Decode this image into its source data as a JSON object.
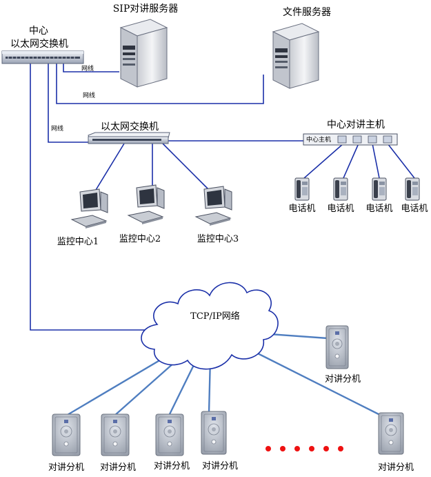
{
  "title": {
    "center_label": "中心",
    "center_switch_label": "以太网交换机"
  },
  "servers": {
    "sip": "SIP对讲服务器",
    "file": "文件服务器"
  },
  "cables": {
    "c1": "网线",
    "c2": "网线",
    "c3": "网线"
  },
  "switch2_label": "以太网交换机",
  "host": {
    "title": "中心对讲主机",
    "panel_label": "中心主机"
  },
  "phones": [
    "电话机",
    "电话机",
    "电话机",
    "电话机"
  ],
  "monitors": [
    "监控中心1",
    "监控中心2",
    "监控中心3"
  ],
  "cloud_label": "TCP/IP网络",
  "stations": [
    "对讲分机",
    "对讲分机",
    "对讲分机",
    "对讲分机",
    "对讲分机",
    "对讲分机"
  ],
  "colors": {
    "line": "#1a2fa8",
    "radial": "#4f7ec0",
    "dots": "#ee1111"
  }
}
